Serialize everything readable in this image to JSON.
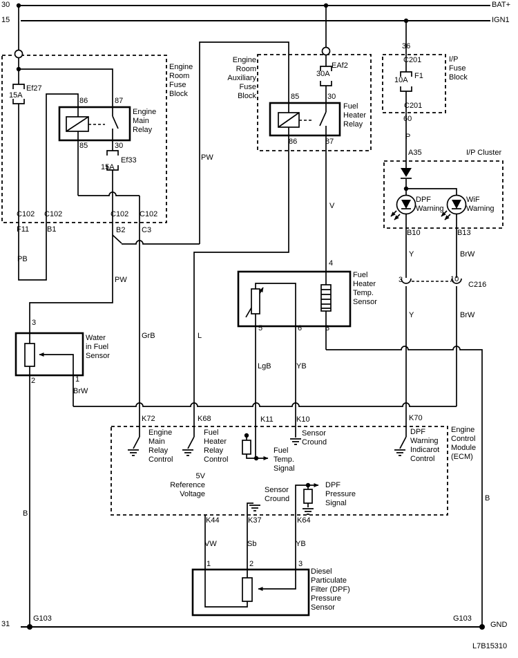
{
  "rails": {
    "bat_pin": "30",
    "bat": "BAT+",
    "ign_pin": "15",
    "ign": "IGN1",
    "gnd_pin": "31",
    "gnd": "GND"
  },
  "blocks": {
    "engine_room_fuse_block": "Engine\nRoom\nFuse\nBlock",
    "engine_room_aux_fuse_block": "Engine\nRoom\nAuxiliary\nFuse\nBlock",
    "ip_fuse_block": "I/P\nFuse\nBlock",
    "ip_cluster": "I/P Cluster",
    "ecm": "Engine\nControl\nModule\n(ECM)"
  },
  "fuses": {
    "ef27": {
      "name": "Ef27",
      "rating": "15A"
    },
    "ef33": {
      "name": "Ef33",
      "rating": "15A"
    },
    "eaf2": {
      "name": "EAf2",
      "rating": "30A"
    },
    "f1": {
      "name": "F1",
      "rating": "10A"
    }
  },
  "relays": {
    "engine_main": {
      "label": "Engine\nMain\nRelay",
      "pins": {
        "tl": "86",
        "tr": "87",
        "bl": "85",
        "br": "30"
      }
    },
    "fuel_heater": {
      "label": "Fuel\nHeater\nRelay",
      "pins": {
        "tl": "85",
        "tr": "30",
        "bl": "86",
        "br": "87"
      }
    }
  },
  "cluster": {
    "a35": "A35",
    "dpf_warning": "DPF\nWarning",
    "wif_warning": "WiF\nWarning",
    "b10": "B10",
    "b13": "B13"
  },
  "connectors": {
    "c102": "C102",
    "f11": "F11",
    "b1": "B1",
    "b2": "B2",
    "c3": "C3",
    "c201": "C201",
    "pin36": "36",
    "pin60": "60",
    "c216": {
      "pin_a": "3",
      "pin_b": "10",
      "name": "C216"
    },
    "g103": "G103"
  },
  "wire_colors": {
    "pb": "PB",
    "pw": "PW",
    "grb": "GrB",
    "l": "L",
    "v": "V",
    "p": "P",
    "y": "Y",
    "brw": "BrW",
    "b": "B",
    "lgb": "LgB",
    "yb": "YB",
    "vw": "VW",
    "sb": "Sb"
  },
  "sensors": {
    "water": {
      "label": "Water\nin Fuel\nSensor",
      "pin1": "1",
      "pin2": "2",
      "pin3": "3"
    },
    "fuel_heater_temp": {
      "label": "Fuel\nHeater\nTemp.\nSensor",
      "pin3": "3",
      "pin4": "4",
      "pin5": "5",
      "pin6": "6"
    },
    "dpf": {
      "label": "Diesel\nParticulate\nFilter (DPF)\nPressure\nSensor",
      "pin1": "1",
      "pin2": "2",
      "pin3": "3"
    }
  },
  "ecm": {
    "k72": {
      "pin": "K72",
      "label": "Engine\nMain\nRelay\nControl"
    },
    "k68": {
      "pin": "K68",
      "label": "Fuel\nHeater\nRelay\nControl"
    },
    "k11": {
      "pin": "K11",
      "label": "Fuel\nTemp.\nSignal"
    },
    "k10": {
      "pin": "K10",
      "label": "Sensor\nCround"
    },
    "k70": {
      "pin": "K70",
      "label": "DPF\nWarning\nIndicarot\nControl"
    },
    "k44": {
      "pin": "K44"
    },
    "k37": {
      "pin": "K37",
      "label": "Sensor\nCround"
    },
    "k64": {
      "pin": "K64",
      "label": "DPF\nPressure\nSignal"
    },
    "ref_5v": "5V\nReference\nVoltage"
  },
  "footer": {
    "doc_id": "L7B15310"
  }
}
